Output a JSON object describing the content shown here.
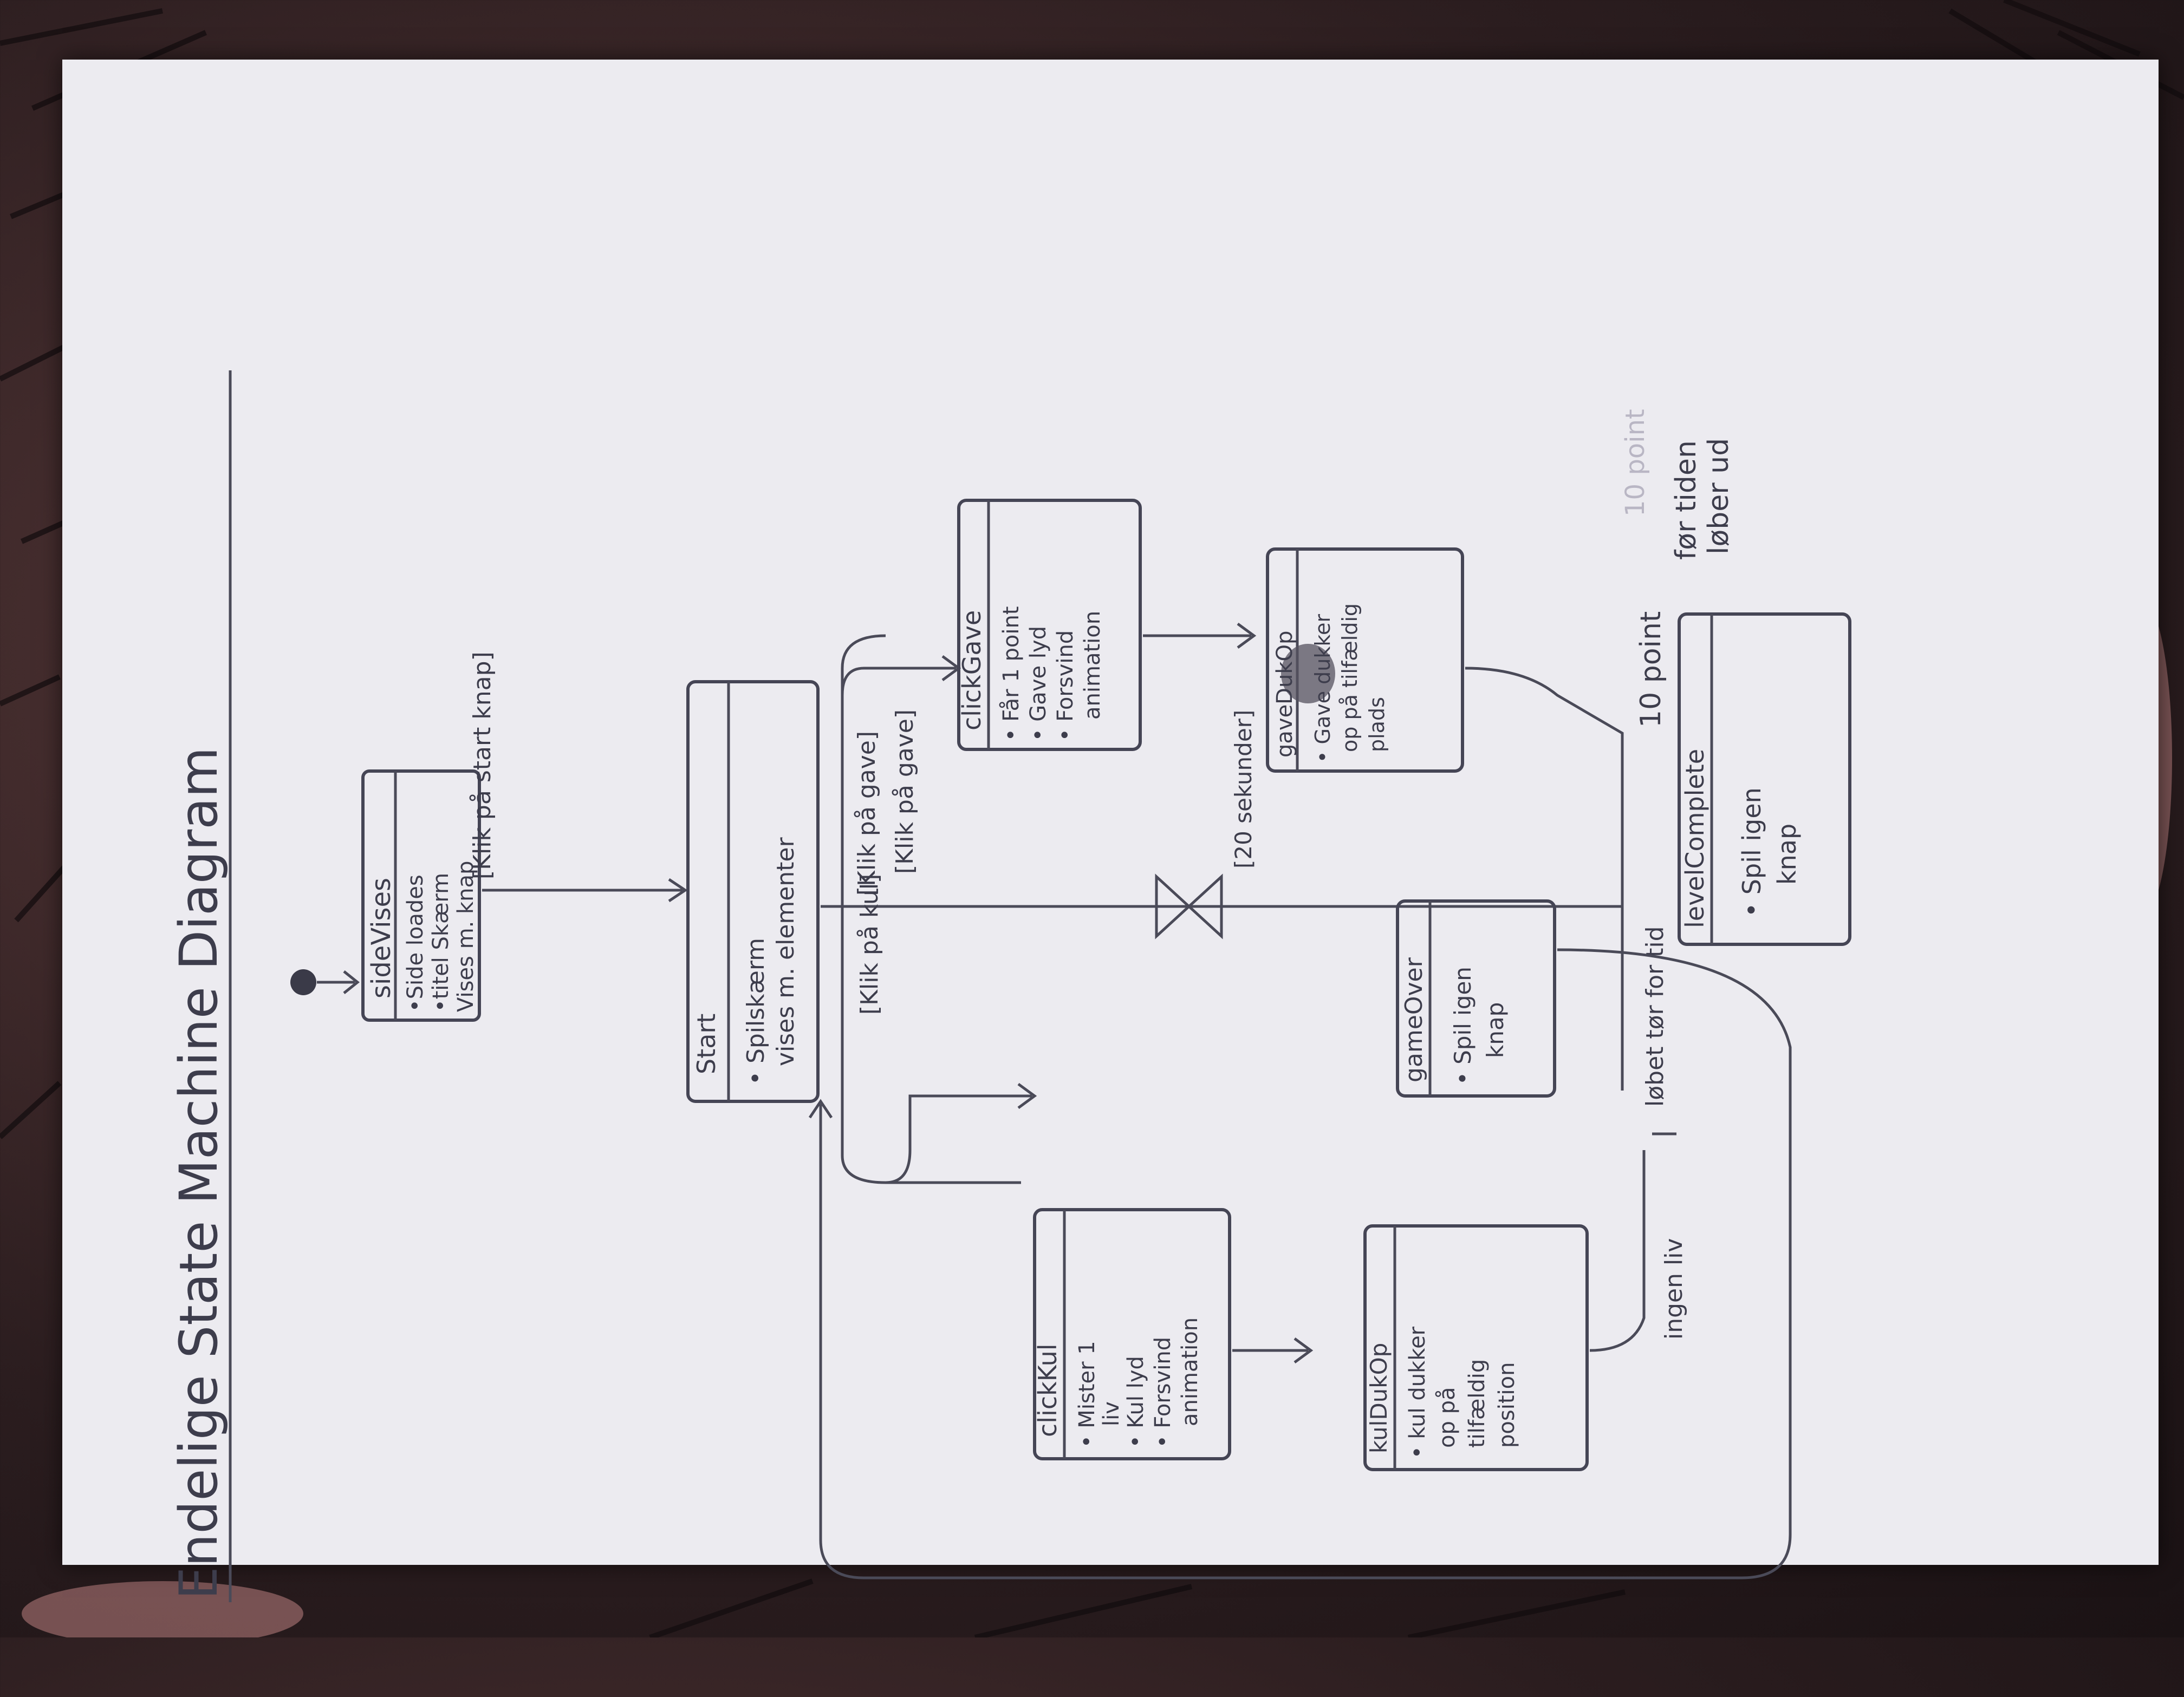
{
  "diagram": {
    "title": "Endelige State Machine Diagram",
    "states": {
      "sideVises": {
        "name": "sideVises",
        "lines": [
          "•Side loades",
          "•titel Skærm",
          "Vises m. knap"
        ]
      },
      "start": {
        "name": "Start",
        "lines": [
          "• Spilskærm",
          "vises m. elementer"
        ]
      },
      "clickGave": {
        "name": "clickGave",
        "lines": [
          "• Får 1 point",
          "• Gave lyd",
          "• Forsvind",
          "animation"
        ]
      },
      "gaveDukOp": {
        "name": "gaveDukOp",
        "lines": [
          "• Gave dukker",
          "op på tilfældig",
          "plads"
        ]
      },
      "clickKul": {
        "name": "clickKul",
        "lines": [
          "• Mister 1",
          "liv",
          "• Kul lyd",
          "• Forsvind",
          "animation"
        ]
      },
      "kulDukOp": {
        "name": "kulDukOp",
        "lines": [
          "• kul dukker",
          "op på",
          "tilfældig",
          "position"
        ]
      },
      "gameOver": {
        "name": "gameOver",
        "lines": [
          "• Spil igen",
          "knap"
        ]
      },
      "levelComplete": {
        "name": "levelComplete",
        "lines": [
          "• Spil igen",
          "knap"
        ]
      }
    },
    "transitions": {
      "start_knap": "[Klik på start knap]",
      "klik_gave": "[Klik på gave]",
      "klik_kul": "[Klik på kul]",
      "timer": "[20 sekunder]",
      "ingen_liv": "ingen liv",
      "tid_ud": "løbet tør for tid",
      "point_10": "10 point",
      "point_10_faint": "10 point",
      "tid_lober_ud_1": "før tiden",
      "tid_lober_ud_2": "løber ud"
    }
  }
}
